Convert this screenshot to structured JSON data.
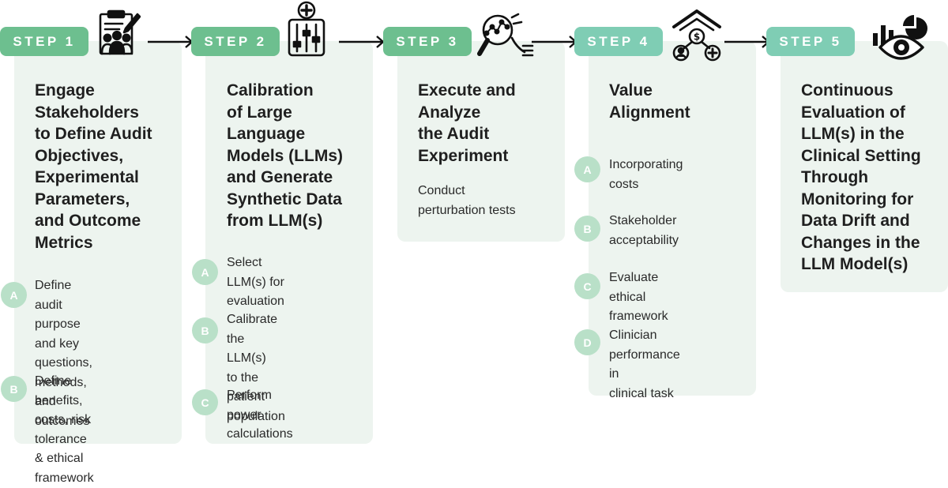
{
  "colors": {
    "pill_green": "#6dbf8f",
    "pill_teal": "#7fcdb4",
    "card_bg": "#edf4ef",
    "badge": "#b9e0c8",
    "ink": "#111111"
  },
  "steps": [
    {
      "label": "STEP 1",
      "icon": "clipboard-stakeholders-icon",
      "title": "Engage\nStakeholders\nto Define Audit\nObjectives,\nExperimental\nParameters,\nand Outcome\nMetrics",
      "items": [
        {
          "letter": "A",
          "text": "Define audit\npurpose and key\nquestions, methods,\nand outcomes"
        },
        {
          "letter": "B",
          "text": "Define benefits,\ncosts, risk tolerance\n& ethical framework"
        }
      ]
    },
    {
      "label": "STEP 2",
      "icon": "calibration-sliders-icon",
      "title": "Calibration\nof Large\nLanguage\nModels (LLMs)\nand Generate\nSynthetic Data\nfrom LLM(s)",
      "items": [
        {
          "letter": "A",
          "text": "Select LLM(s) for\nevaluation"
        },
        {
          "letter": "B",
          "text": "Calibrate the LLM(s)\nto the patient\npopulation"
        },
        {
          "letter": "C",
          "text": "Perform power\ncalculations"
        }
      ]
    },
    {
      "label": "STEP 3",
      "icon": "magnifier-analysis-icon",
      "title": "Execute and\nAnalyze\nthe Audit\nExperiment",
      "subtitle": "Conduct\nperturbation tests"
    },
    {
      "label": "STEP 4",
      "icon": "value-alignment-icon",
      "title": "Value\nAlignment",
      "items": [
        {
          "letter": "A",
          "text": "Incorporating\ncosts"
        },
        {
          "letter": "B",
          "text": "Stakeholder\nacceptability"
        },
        {
          "letter": "C",
          "text": "Evaluate ethical\nframework"
        },
        {
          "letter": "D",
          "text": "Clinician\nperformance in\nclinical task"
        }
      ]
    },
    {
      "label": "STEP 5",
      "icon": "eye-monitoring-icon",
      "title": "Continuous\nEvaluation of\nLLM(s) in the\nClinical Setting\nThrough\nMonitoring for\nData Drift and\nChanges in the\nLLM Model(s)"
    }
  ]
}
